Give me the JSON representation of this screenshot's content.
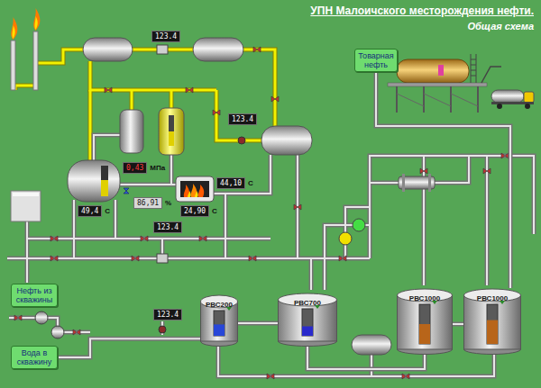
{
  "diagram": {
    "title": "УПН Малоичского месторождения нефти.",
    "nodes": [
      {
        "text": [
          "123.4"
        ]
      },
      {
        "text": [
          "Товарная нефть"
        ]
      },
      {
        "text": [
          "123.4"
        ]
      },
      {
        "text": [
          "0,43",
          "МПа"
        ]
      },
      {
        "text": [
          "44,10",
          "С"
        ]
      },
      {
        "text": [
          "86,91",
          "%"
        ]
      },
      {
        "text": [
          "49,4",
          "С"
        ]
      },
      {
        "text": [
          "24,90",
          "С"
        ]
      },
      {
        "text": [
          "123.4"
        ]
      },
      {
        "text": [
          "Нефть из скважины"
        ]
      },
      {
        "text": [
          "РВС200"
        ]
      },
      {
        "text": [
          "РВС700"
        ]
      },
      {
        "text": [
          "РВС1000"
        ]
      },
      {
        "text": [
          "РВС1000"
        ]
      },
      {
        "text": [
          "123.4"
        ]
      },
      {
        "text": [
          "Вода в скважину"
        ]
      }
    ],
    "edges": [
      {
        "from": 10,
        "to": 11,
        "arrow": "none"
      },
      {
        "from": 11,
        "to": 12,
        "arrow": "none"
      },
      {
        "from": 12,
        "to": 13,
        "arrow": "none"
      },
      {
        "from": 13,
        "to": 1,
        "arrow": "none"
      },
      {
        "from": 10,
        "to": 15,
        "arrow": "none"
      }
    ],
    "labels": [
      "Общая схема"
    ]
  }
}
